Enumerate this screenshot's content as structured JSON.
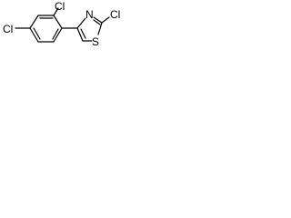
{
  "molecule": {
    "atoms": {
      "cl_ring_ortho": "Cl",
      "cl_para": "Cl",
      "cl_thiazole": "Cl",
      "nitrogen": "N",
      "sulfur": "S"
    }
  },
  "colors": {
    "bond": "#000000",
    "text": "#000000",
    "background": "#ffffff"
  }
}
